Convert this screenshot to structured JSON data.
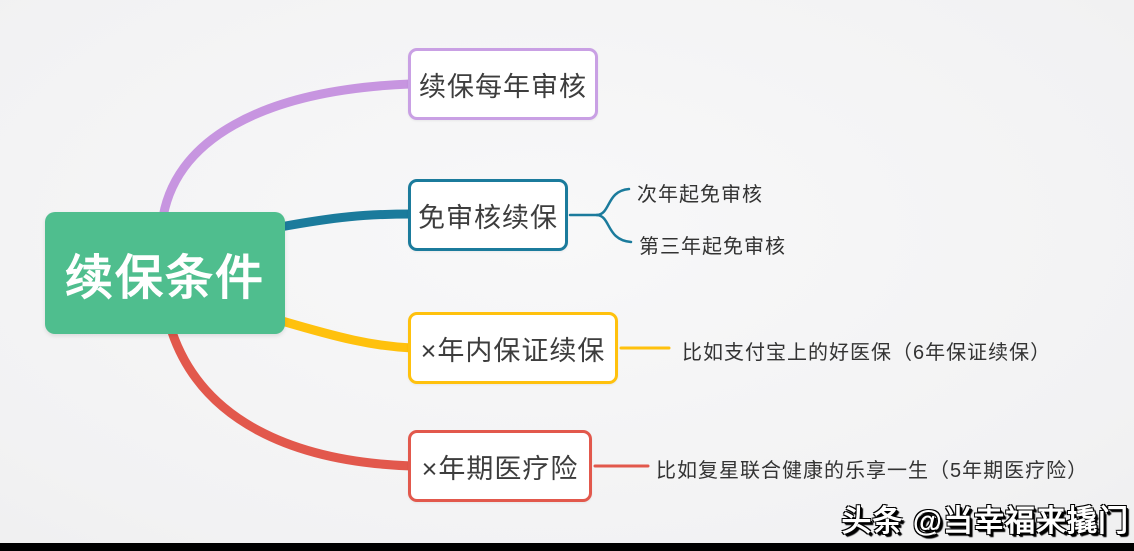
{
  "page": {
    "background": "#f2f2f3",
    "bottom_bar_color": "#000000"
  },
  "root": {
    "label": "续保条件",
    "color": "#4fbe8e",
    "text_color": "#ffffff"
  },
  "branches": [
    {
      "label": "续保每年审核",
      "color": "#c9a0e4",
      "curve_color": "#c795e0"
    },
    {
      "label": "免审核续保",
      "color": "#1b7b9c",
      "curve_color": "#1b7b9c",
      "children": [
        {
          "label": "次年起免审核"
        },
        {
          "label": "第三年起免审核"
        }
      ]
    },
    {
      "label": "×年内保证续保",
      "color": "#ffc10d",
      "curve_color": "#ffc10d",
      "note": "比如支付宝上的好医保（6年保证续保）"
    },
    {
      "label": "×年期医疗险",
      "color": "#e2584c",
      "curve_color": "#e2584c",
      "note": "比如复星联合健康的乐享一生（5年期医疗险）"
    }
  ],
  "watermark": {
    "label": "头条 @当幸福来撬门",
    "text_color": "#ffffff"
  }
}
